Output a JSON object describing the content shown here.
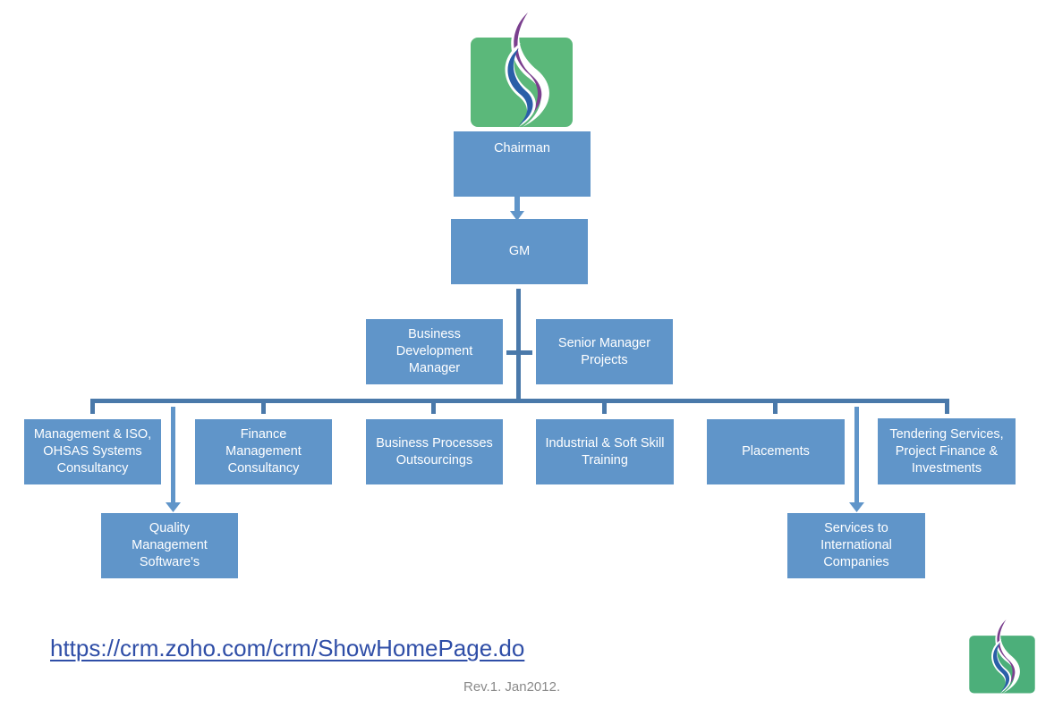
{
  "org_chart": {
    "chairman": "Chairman",
    "gm": "GM",
    "staff": {
      "business_development_manager": "Business\nDevelopment\nManager",
      "senior_manager_projects": "Senior Manager\nProjects"
    },
    "divisions": [
      {
        "label": "Management & ISO,\nOHSAS  Systems\nConsultancy"
      },
      {
        "label": "Finance\nManagement\nConsultancy"
      },
      {
        "label": "Business Processes\nOutsourcings"
      },
      {
        "label": "Industrial & Soft Skill\nTraining"
      },
      {
        "label": "Placements"
      },
      {
        "label": "Tendering Services,\nProject Finance &\nInvestments"
      }
    ],
    "sub_units": {
      "quality_management_software": "Quality\nManagement\nSoftware's",
      "services_international": "Services  to\nInternational\nCompanies"
    }
  },
  "footer": {
    "link": "https://crm.zoho.com/crm/ShowHomePage.do",
    "revision": "Rev.1. Jan2012."
  },
  "colors": {
    "box_fill": "#6095c9",
    "connector": "#4a79aa",
    "logo_green": "#5bb87a",
    "logo_blue": "#2a5fa8",
    "logo_purple": "#7a3f8e",
    "link": "#2f4ea7"
  }
}
